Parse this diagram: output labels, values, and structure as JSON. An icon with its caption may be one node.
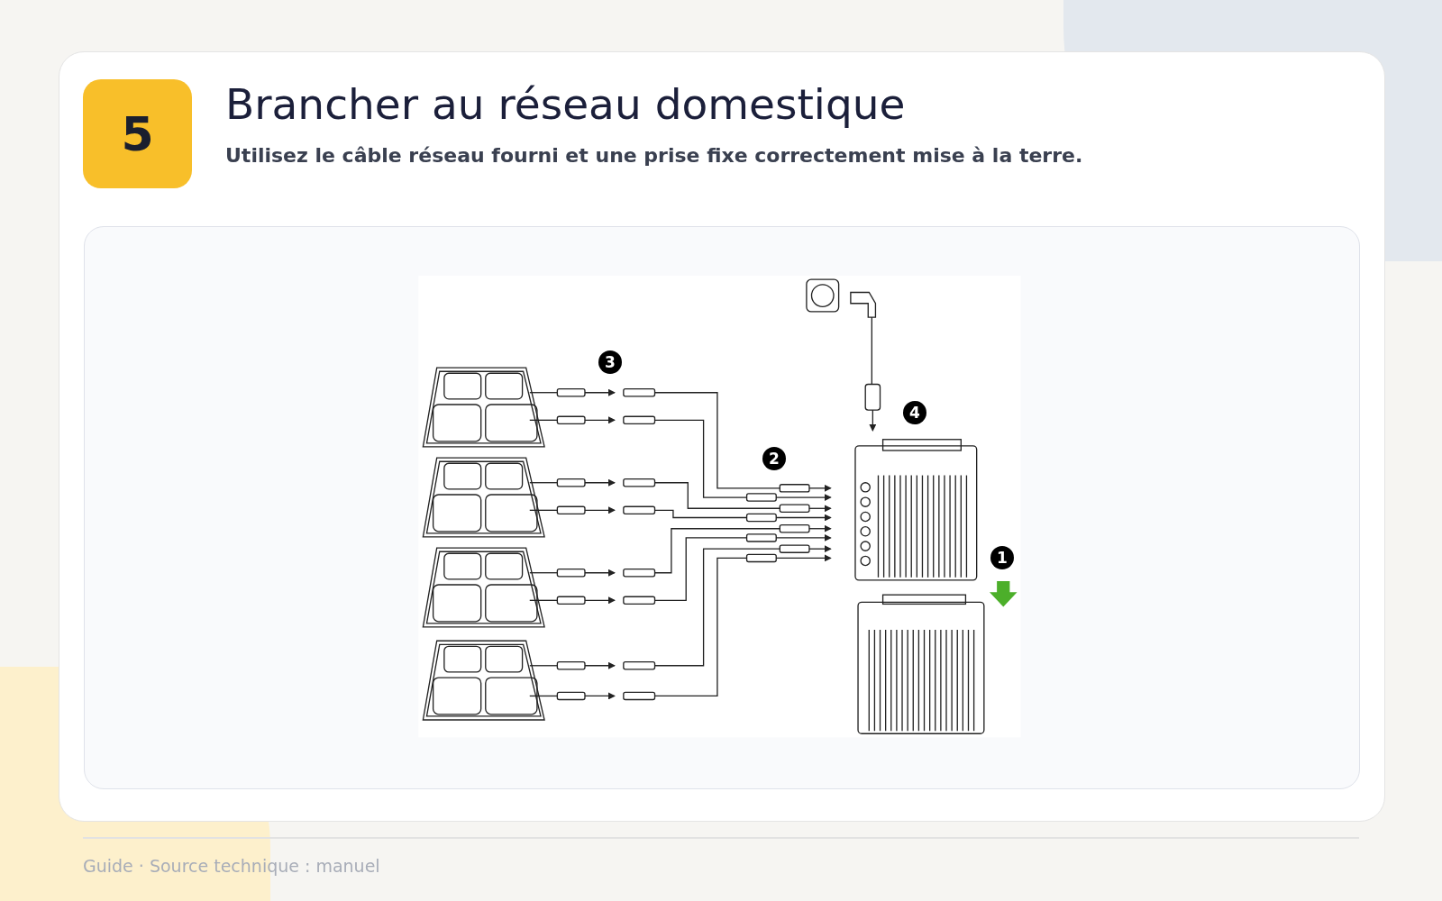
{
  "diagram": {
    "title": "Brancher au réseau domestique",
    "labels": [
      "5",
      "Utilisez le câble réseau fourni et une prise fixe correctement mise à la terre.",
      "3",
      "4",
      "2",
      "1"
    ],
    "caption": "Guide · Source technique : manuel"
  }
}
